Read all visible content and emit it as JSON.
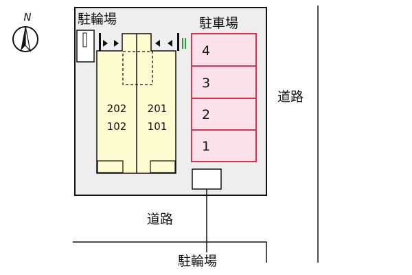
{
  "compass": {
    "north_label": "N"
  },
  "labels": {
    "bike_parking_top": "駐輪場",
    "car_parking": "駐車場",
    "road_right": "道路",
    "road_bottom": "道路",
    "bike_parking_bottom": "駐輪場"
  },
  "building": {
    "units_left": [
      "202",
      "102"
    ],
    "units_right": [
      "201",
      "101"
    ]
  },
  "parking_spaces": [
    "4",
    "3",
    "2",
    "1"
  ],
  "colors": {
    "site_fill": "#eeeeee",
    "building_fill": "#fdfbd0",
    "parking_fill": "#fbe1ea",
    "parking_stroke": "#e0304a",
    "accent_green": "#27a13a"
  }
}
